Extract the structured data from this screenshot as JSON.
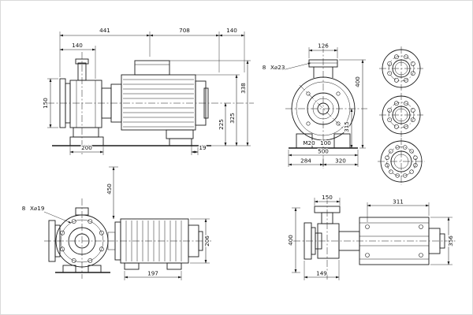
{
  "drawing": {
    "background": "#ffffff",
    "line_color": "#1c1c1c"
  },
  "views": {
    "side_elevation": {
      "dims": {
        "width_front": "441",
        "width_motor": "708",
        "width_rear": "140",
        "flange_offset": "140",
        "flange_height": "150",
        "foot_width": "200",
        "foot_rear": "19",
        "axis_height": "225",
        "height_mid": "325",
        "height_total": "338"
      }
    },
    "front_view": {
      "dims": {
        "flange_width": "126",
        "bolt_count": "8",
        "bolt_spec": "X⌀23",
        "height_total": "400",
        "height_axis": "315",
        "anchor_thread": "M20",
        "anchor_dim": "100",
        "base_width": "500",
        "foot_left": "284",
        "foot_right": "320"
      }
    },
    "end_view": {
      "dims": {
        "bolt_count": "8",
        "bolt_spec": "X⌀19",
        "height": "450",
        "motor_foot_length": "197",
        "motor_width": "206"
      }
    },
    "plan_view": {
      "dims": {
        "flange_width": "150",
        "motor_length": "311",
        "overall_left": "400",
        "overall_right": "356",
        "foot_offset": "149"
      }
    }
  }
}
